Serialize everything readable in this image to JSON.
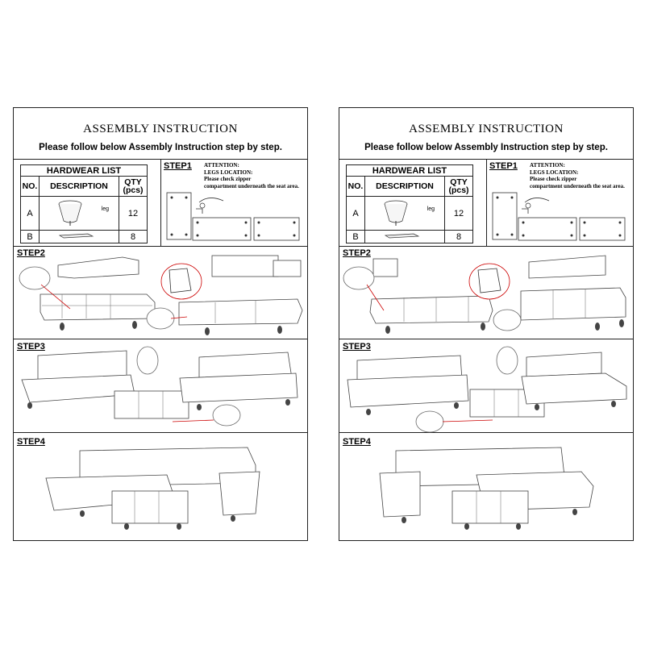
{
  "sheets": [
    {
      "title": "ASSEMBLY INSTRUCTION",
      "subtitle": "Please follow below Assembly Instruction step by step.",
      "hardware": {
        "title": "HARDWEAR LIST",
        "col_no": "NO.",
        "col_desc": "DESCRIPTION",
        "col_qty": "QTY\n(pcs)",
        "rows": [
          {
            "no": "A",
            "desc": "leg",
            "qty": "12"
          },
          {
            "no": "B",
            "desc": "",
            "qty": "8"
          }
        ]
      },
      "step1": {
        "label": "STEP1",
        "attention": "ATTENTION:\nLEGS LOCATION:\nPlease check zipper\ncompartment underneath the seat area."
      },
      "step2": {
        "label": "STEP2"
      },
      "step3": {
        "label": "STEP3"
      },
      "step4": {
        "label": "STEP4"
      }
    },
    {
      "title": "ASSEMBLY INSTRUCTION",
      "subtitle": "Please follow below Assembly Instruction step by step.",
      "hardware": {
        "title": "HARDWEAR LIST",
        "col_no": "NO.",
        "col_desc": "DESCRIPTION",
        "col_qty": "QTY\n(pcs)",
        "rows": [
          {
            "no": "A",
            "desc": "leg",
            "qty": "12"
          },
          {
            "no": "B",
            "desc": "",
            "qty": "8"
          }
        ]
      },
      "step1": {
        "label": "STEP1",
        "attention": "ATTENTION:\nLEGS LOCATION:\nPlease check zipper\ncompartment underneath the seat area."
      },
      "step2": {
        "label": "STEP2"
      },
      "step3": {
        "label": "STEP3"
      },
      "step4": {
        "label": "STEP4"
      }
    }
  ]
}
